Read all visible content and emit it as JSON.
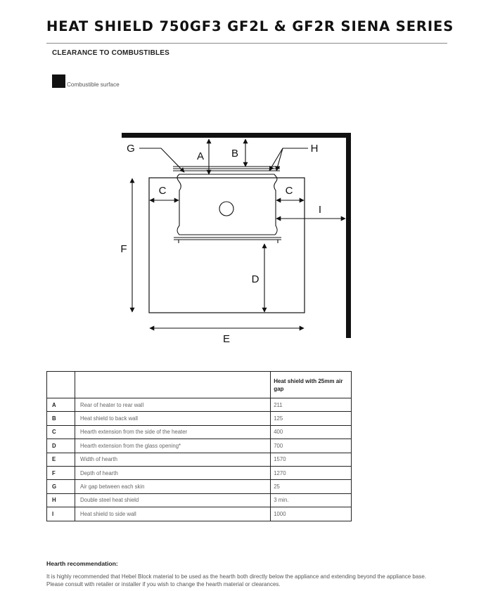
{
  "page": {
    "title": "HEAT SHIELD 750GF3 GF2L & GF2R SIENA SERIES",
    "subtitle": "CLEARANCE TO COMBUSTIBLES",
    "legend_label": "Combustible surface"
  },
  "diagram": {
    "labels": {
      "A": "A",
      "B": "B",
      "C_left": "C",
      "C_right": "C",
      "D": "D",
      "E": "E",
      "F": "F",
      "G": "G",
      "H": "H",
      "I": "I"
    }
  },
  "table": {
    "column_header": "Heat shield with 25mm air gap",
    "rows": [
      {
        "letter": "A",
        "description": "Rear of heater to rear wall",
        "value": "211"
      },
      {
        "letter": "B",
        "description": "Heat shield to back wall",
        "value": "125"
      },
      {
        "letter": "C",
        "description": "Hearth extension from the side of the heater",
        "value": "400"
      },
      {
        "letter": "D",
        "description": "Hearth extension from the glass opening*",
        "value": "700"
      },
      {
        "letter": "E",
        "description": "Width of hearth",
        "value": "1570"
      },
      {
        "letter": "F",
        "description": "Depth of hearth",
        "value": "1270"
      },
      {
        "letter": "G",
        "description": "Air gap between each skin",
        "value": "25"
      },
      {
        "letter": "H",
        "description": "Double steel heat shield",
        "value": "3 min."
      },
      {
        "letter": "I",
        "description": "Heat shield to side wall",
        "value": "1000"
      }
    ]
  },
  "recommendation": {
    "title": "Hearth recommendation:",
    "text": "It is highly recommended that Hebel Block material to be used as the hearth both directly below the appliance and extending beyond the appliance base. Please consult with retailer or installer if you wish to change the hearth material or clearances."
  }
}
